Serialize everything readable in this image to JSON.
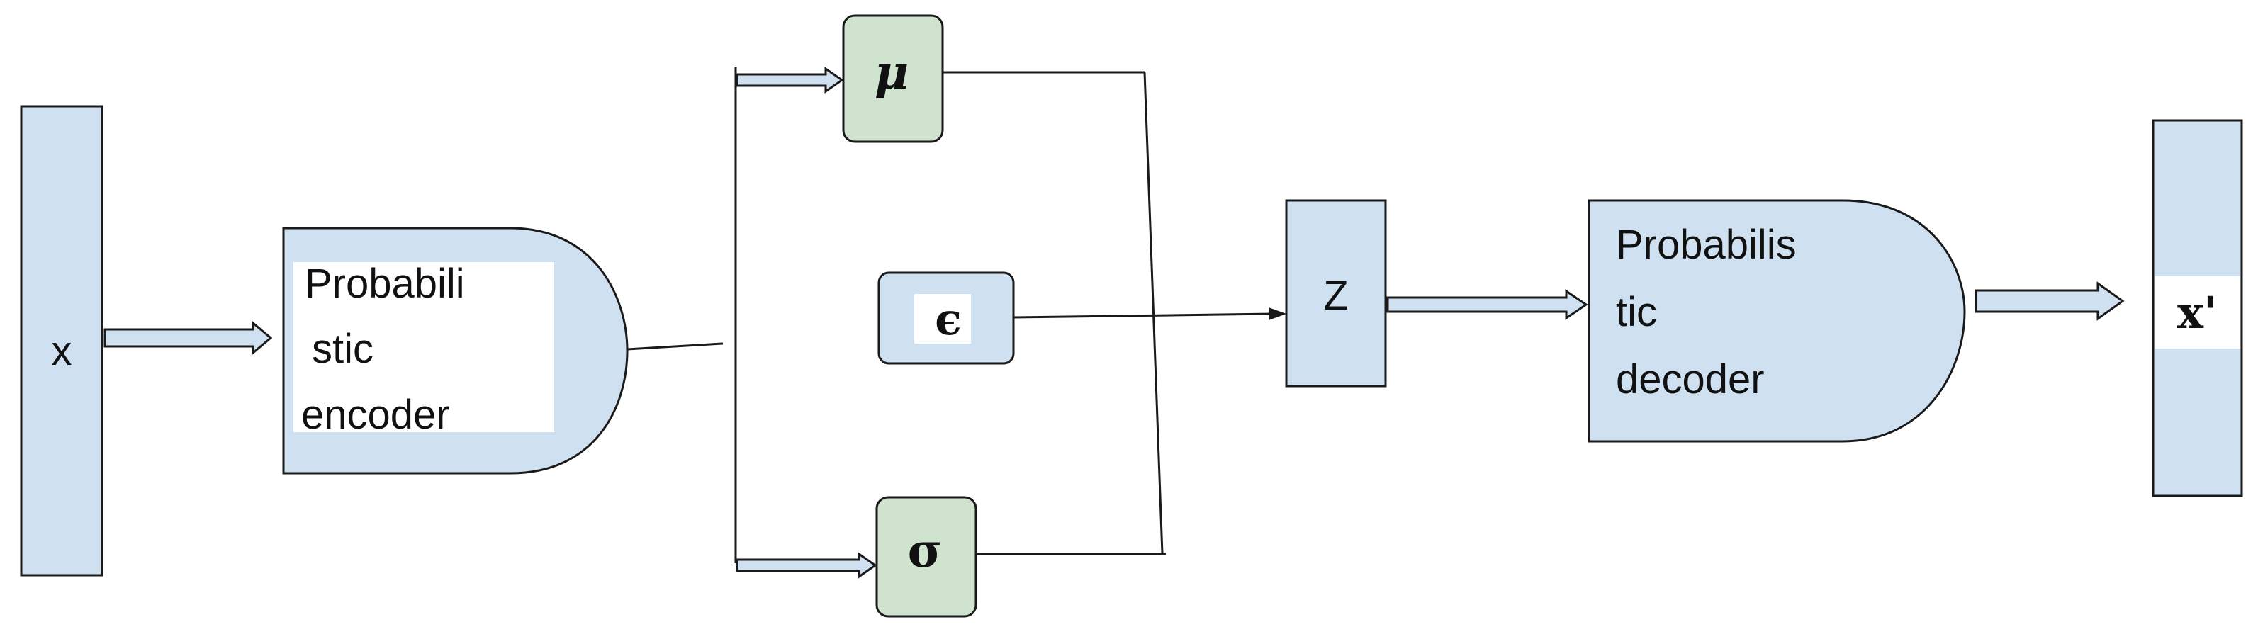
{
  "colors": {
    "box_fill": "#cfe0f1",
    "param_fill": "#cfe3cf",
    "stroke": "#1a1a1a",
    "arrow_fill": "#cfe0f1"
  },
  "nodes": {
    "input": {
      "label": "x"
    },
    "encoder": {
      "line1": "Probabili",
      "line2": "stic",
      "line3": "encoder"
    },
    "mu": {
      "label": "μ"
    },
    "epsilon": {
      "label": "ϵ"
    },
    "sigma": {
      "label": "σ"
    },
    "z": {
      "label": "Z"
    },
    "decoder": {
      "line1": "Probabilis",
      "line2": "tic",
      "line3": "decoder"
    },
    "output": {
      "label": "x'"
    }
  }
}
